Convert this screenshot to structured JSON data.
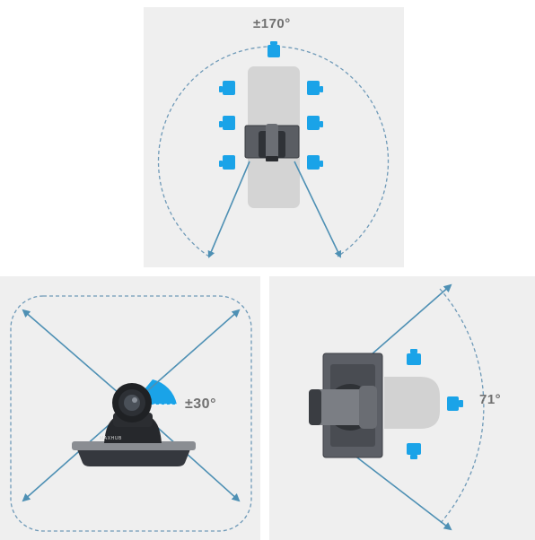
{
  "pan_view": {
    "angle_label": "±170°"
  },
  "tilt_view": {
    "angle_label": "±30°",
    "brand_text": "MAXHUB"
  },
  "fov_view": {
    "angle_label": "71°"
  },
  "colors": {
    "panel_bg": "#efefef",
    "accent_blue": "#1aa3e8",
    "arrow_teal": "#4e90b4",
    "arc_dash": "#6f9ab8",
    "table_gray": "#d2d2d2",
    "camera_dark": "#3a3d44"
  }
}
